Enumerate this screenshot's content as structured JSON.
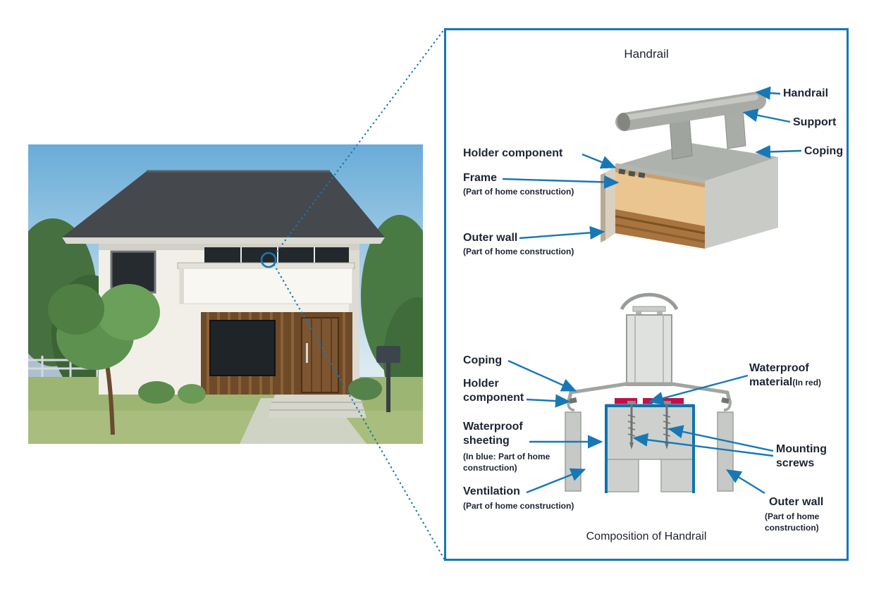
{
  "colors": {
    "accent_blue": "#1778b5",
    "waterproof_red": "#c40e4e",
    "sheeting_blue": "#1073ad"
  },
  "left_figure": {
    "description": "photo of two-story house with balcony handrail",
    "callout": "circle marker on balcony handrail connected by dotted lines to detail panel"
  },
  "panel": {
    "title": "Handrail",
    "caption": "Composition of Handrail"
  },
  "top_diagram": {
    "labels": {
      "handrail": "Handrail",
      "support": "Support",
      "coping": "Coping",
      "holder": "Holder component",
      "frame": "Frame",
      "frame_sub": "(Part of home construction)",
      "outer_wall": "Outer wall",
      "outer_wall_sub": "(Part of home construction)"
    }
  },
  "bottom_diagram": {
    "labels": {
      "coping": "Coping",
      "holder": "Holder component",
      "waterproof_sheeting": "Waterproof sheeting",
      "waterproof_sheeting_sub": "(In blue: Part of home construction)",
      "ventilation": "Ventilation",
      "ventilation_sub": "(Part of home construction)",
      "waterproof_material": "Waterproof material",
      "waterproof_material_sub": "(In red)",
      "mounting_screws": "Mounting screws",
      "outer_wall": "Outer wall",
      "outer_wall_sub": "(Part of home construction)"
    }
  }
}
